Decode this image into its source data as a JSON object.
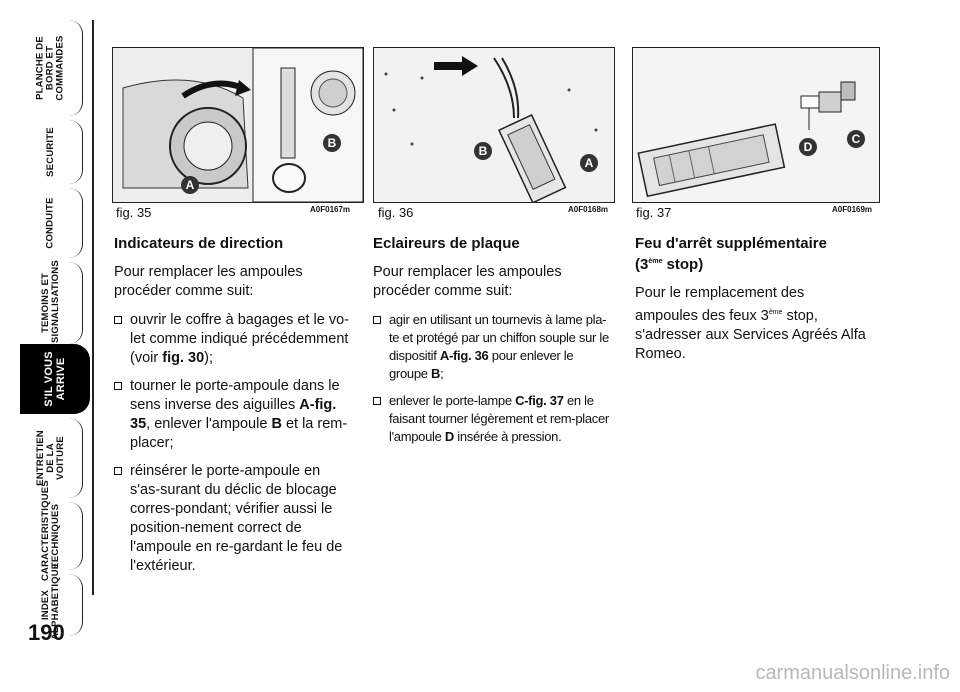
{
  "sidebar": {
    "tabs": [
      {
        "label": "PLANCHE DE BORD ET COMMANDES"
      },
      {
        "label": "SECURITE"
      },
      {
        "label": "CONDUITE"
      },
      {
        "label": "TEMOINS ET SIGNALISATIONS"
      },
      {
        "label": "S'IL VOUS ARRIVE"
      },
      {
        "label": "ENTRETIEN DE LA VOITURE"
      },
      {
        "label": "CARACTERISTIQUES TECHNIQUES"
      },
      {
        "label": "INDEX ALPHABETIQUE"
      }
    ],
    "active_index": 4,
    "page_number": "190"
  },
  "figures": [
    {
      "caption": "fig. 35",
      "code": "A0F0167m",
      "labels": [
        "A",
        "B"
      ]
    },
    {
      "caption": "fig. 36",
      "code": "A0F0168m",
      "labels": [
        "B",
        "A"
      ]
    },
    {
      "caption": "fig. 37",
      "code": "A0F0169m",
      "labels": [
        "D",
        "C"
      ]
    }
  ],
  "sections": {
    "col1": {
      "heading": "Indicateurs de direction",
      "intro": "Pour remplacer les ampoules procéder comme suit:",
      "items": [
        [
          "ouvrir le coffre à bagages et le vo-let comme indiqué précédemment (voir ",
          "fig. 30",
          ");"
        ],
        [
          "tourner le porte-ampoule dans le sens inverse des aiguilles ",
          "A-fig. 35",
          ", enlever l'ampoule ",
          "B",
          " et la rem-placer;"
        ],
        [
          "réinsérer le porte-ampoule en s'as-surant du déclic de blocage corres-pondant; vérifier aussi le position-nement correct de l'ampoule en re-gardant le feu de l'extérieur."
        ]
      ]
    },
    "col2": {
      "heading": "Eclaireurs de plaque",
      "intro": "Pour remplacer les ampoules procéder comme suit:",
      "items": [
        [
          "agir en utilisant un tournevis à lame pla-te et protégé par un chiffon souple sur le dispositif ",
          "A-fig. 36",
          " pour enlever le groupe ",
          "B",
          ";"
        ],
        [
          "enlever le porte-lampe ",
          "C-fig. 37",
          " en le faisant tourner légèrement et rem-placer l'ampoule ",
          "D",
          " insérée à pression."
        ]
      ]
    },
    "col3": {
      "heading_main": "Feu d'arrêt supplémentaire",
      "heading_open": "(3",
      "heading_sup": "ème",
      "heading_close": " stop)",
      "body_a": "Pour le remplacement des ampoules des feux 3",
      "body_sup": "ème",
      "body_b": " stop, s'adresser aux Services Agréés Alfa Romeo."
    }
  },
  "watermark": "carmanualsonline.info"
}
